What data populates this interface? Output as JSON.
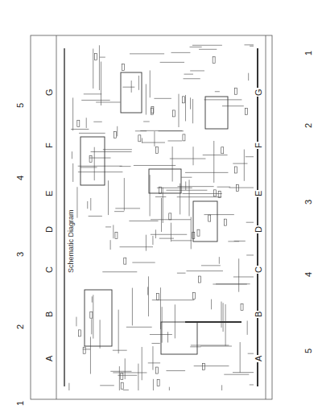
{
  "diagram": {
    "title": "Schematic Diagram",
    "labels": [
      "1",
      "2",
      "3",
      "4",
      "5",
      "1",
      "2",
      "3",
      "4",
      "5",
      "G",
      "F",
      "E",
      "D",
      "C",
      "B",
      "A",
      "G",
      "F",
      "E",
      "D",
      "C",
      "B",
      "A"
    ]
  }
}
